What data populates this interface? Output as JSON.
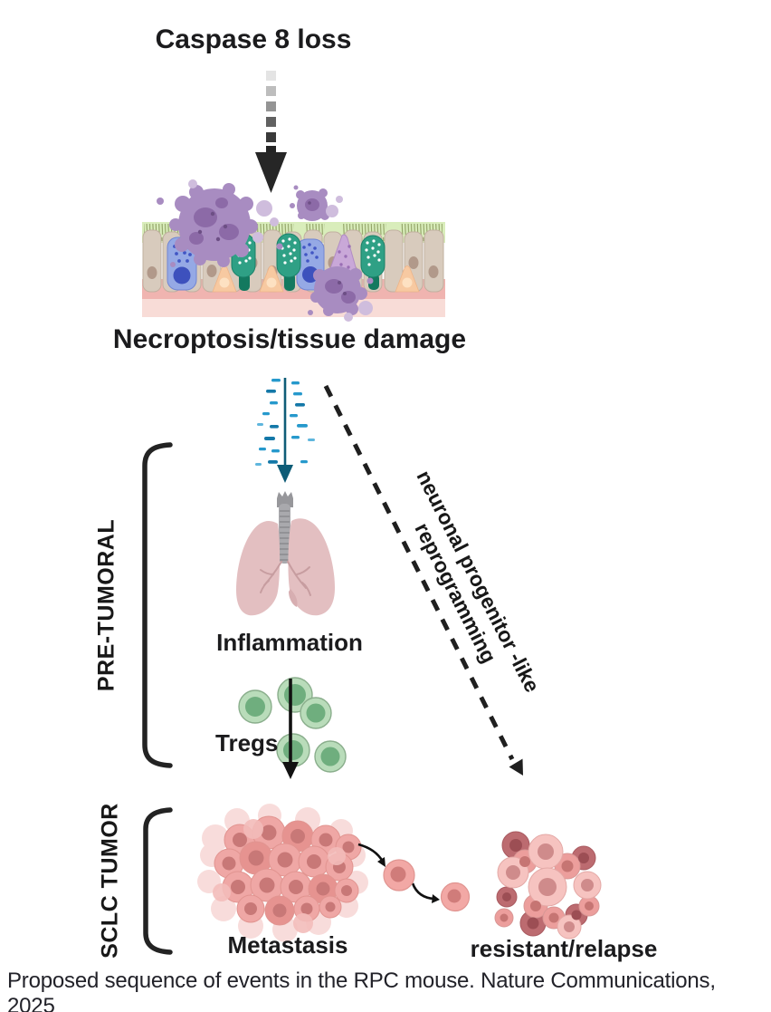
{
  "figure": {
    "top_label": "Caspase 8 loss",
    "necroptosis_label": "Necroptosis/tissue damage",
    "inflammation_label": "Inflammation",
    "tregs_label": "Tregs",
    "diagonal_label_line1": "neuronal progenitor -like",
    "diagonal_label_line2": "reprogramming",
    "brackets": {
      "pretumoral_label": "PRE-TUMORAL",
      "sclc_tumor_label": "SCLC TUMOR"
    },
    "metastasis_label": "Metastasis",
    "resistant_label": "resistant/relapse"
  },
  "caption": "Proposed sequence of events in the RPC mouse. Nature Communications, 2025",
  "illustrations": [
    "caspase-dashed-arrow-icon",
    "airway-epithelium-illustration",
    "macrophage-blob-icon",
    "cytokine-spray-icon",
    "lungs-icon",
    "treg-cells-icon",
    "tregs-arrow-icon",
    "pretumoral-bracket",
    "sclc-tumor-bracket",
    "diagonal-dashed-arrow-icon",
    "metastasis-cluster-icon",
    "single-tumor-cell-icon",
    "migration-arrow-icon",
    "resistant-cluster-icon"
  ],
  "colors": {
    "label_text": "#1b1b1d",
    "caption_text": "#222229",
    "arrow_black": "#232323",
    "epithelium_green": "#d9edbb",
    "epithelium_cell_tan": "#d8cbbd",
    "epithelium_nucleus": "#b1998a",
    "basement_pink": "#f0b4b0",
    "basement_light_pink": "#f8dcd7",
    "neuroendocrine_blue": "#95a9e5",
    "neuroendocrine_nucleus": "#3d51bd",
    "goblet_teal": "#2fa085",
    "basal_orange": "#f7c9a1",
    "macrophage_purple": "#a88cc1",
    "macrophage_dark": "#8c6aa7",
    "macrophage_light": "#cfbddd",
    "spray_blue": "#2699cc",
    "spray_arrow_teal": "#0e5c77",
    "lung_pink": "#e3bfc1",
    "lung_branch": "#c79da0",
    "trachea_gray": "#a9a9ad",
    "treg_outer_green": "#b9dcba",
    "treg_nucleus_green": "#6fae7e",
    "tumor_cell_pink": "#efa7a5",
    "tumor_nucleus": "#c87877",
    "tumor_ghost_pink": "#f7d7d5",
    "tumor_dark_mauve": "#bc6b70",
    "tumor_light_pink": "#f6c3c0"
  }
}
